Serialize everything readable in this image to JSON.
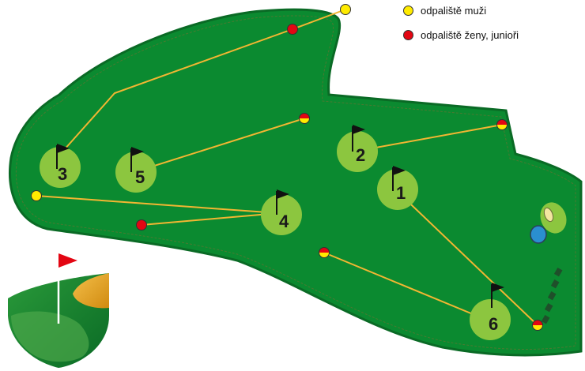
{
  "legend": {
    "men_tee_label": "odpaliště muži",
    "women_junior_tee_label": "odpaliště ženy, junioři",
    "men_tee_color": "#ffeb00",
    "women_tee_color": "#e30613"
  },
  "holes": [
    {
      "number": "1"
    },
    {
      "number": "2"
    },
    {
      "number": "3"
    },
    {
      "number": "4"
    },
    {
      "number": "5"
    },
    {
      "number": "6"
    }
  ],
  "colors": {
    "course": "#0b8a30",
    "course_edge": "#0a6a25",
    "green": "#8cc63f",
    "path": "#f2b632",
    "flag": "#111111",
    "logo_flag": "#e30613"
  },
  "icons": [
    "flag-icon",
    "tee-marker-icon",
    "logo-flag-icon"
  ]
}
